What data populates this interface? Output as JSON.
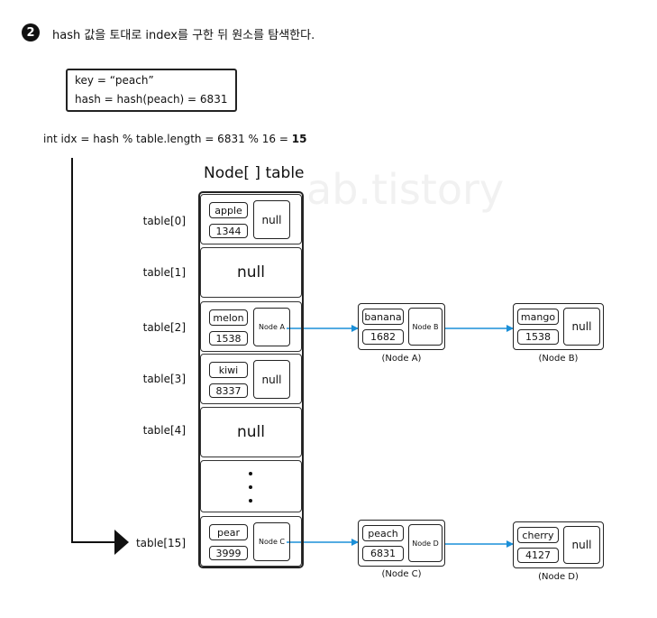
{
  "step": {
    "number": "2",
    "text": "hash 값을 토대로 index를 구한 뒤 원소를 탐색한다."
  },
  "keybox": {
    "line1": "key = “peach”",
    "line2": "hash = hash(peach) = 6831"
  },
  "index_calc": {
    "prefix": "int idx = hash % table.length = 6831 % 16 = ",
    "result": "15"
  },
  "table": {
    "title": "Node[ ] table",
    "watermark": "ab.tistory",
    "rows": [
      {
        "label": "table[0]",
        "kind": "node",
        "key": "apple",
        "hash": "1344",
        "next": "null"
      },
      {
        "label": "table[1]",
        "kind": "null",
        "value": "null"
      },
      {
        "label": "table[2]",
        "kind": "node",
        "key": "melon",
        "hash": "1538",
        "next": "Node A"
      },
      {
        "label": "table[3]",
        "kind": "node",
        "key": "kiwi",
        "hash": "8337",
        "next": "null"
      },
      {
        "label": "table[4]",
        "kind": "null",
        "value": "null"
      },
      {
        "label": "table[15]",
        "kind": "node",
        "key": "pear",
        "hash": "3999",
        "next": "Node C"
      }
    ]
  },
  "chain_nodes": [
    {
      "key": "banana",
      "hash": "1682",
      "next": "Node B",
      "caption": "(Node A)"
    },
    {
      "key": "mango",
      "hash": "1538",
      "next": "null",
      "caption": "(Node B)"
    },
    {
      "key": "peach",
      "hash": "6831",
      "next": "Node D",
      "caption": "(Node C)"
    },
    {
      "key": "cherry",
      "hash": "4127",
      "next": "null",
      "caption": "(Node D)"
    }
  ],
  "colors": {
    "arrow": "#1a8fd8",
    "ink": "#111111"
  }
}
